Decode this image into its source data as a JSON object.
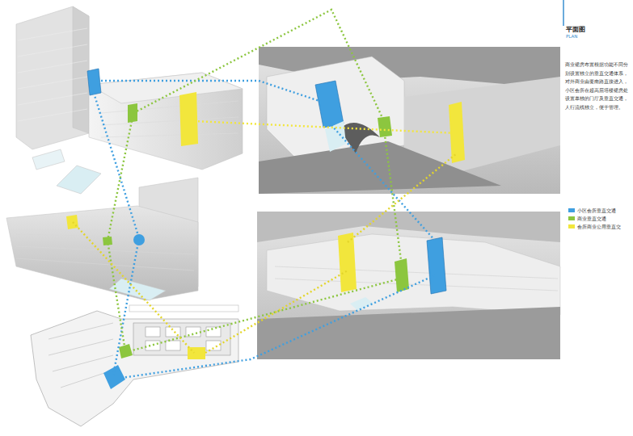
{
  "diagram": {
    "title": "平面图",
    "labels": [
      "PLAN",
      "商业裙房布置根据功能不同分别设置独立的垂直交通体系，对外商业由要南路直接进入，小区会所在超高层塔楼裙房处设置单独的门厅及垂直交通，人行流线独立，便于管理。"
    ],
    "legend": [
      {
        "text": "小区会所垂直交通",
        "color": "#3f9fe0"
      },
      {
        "text": "商业垂直交通",
        "color": "#8cc63f"
      },
      {
        "text": "会所商业公用垂直交",
        "color": "#f2e63c"
      }
    ]
  }
}
